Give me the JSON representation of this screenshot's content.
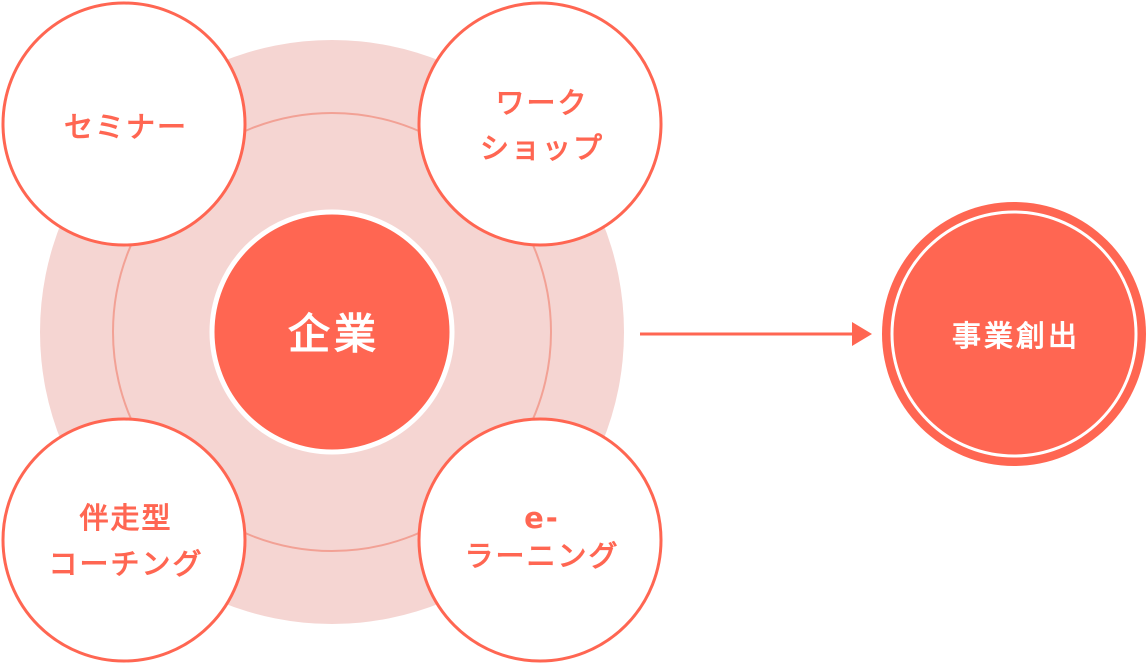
{
  "colors": {
    "accent": "#FF6652",
    "halo": "#F5D5D2",
    "ring": "#F2A195",
    "white": "#FFFFFF"
  },
  "center": {
    "label": "企業"
  },
  "satellites": {
    "seminar": {
      "lines": [
        "セミナー"
      ]
    },
    "workshop": {
      "lines": [
        "ワーク",
        "ショップ"
      ]
    },
    "coaching": {
      "lines": [
        "伴走型",
        "コーチング"
      ]
    },
    "elearning": {
      "lines": [
        "e-",
        "ラーニング"
      ]
    }
  },
  "goal": {
    "label": "事業創出"
  }
}
